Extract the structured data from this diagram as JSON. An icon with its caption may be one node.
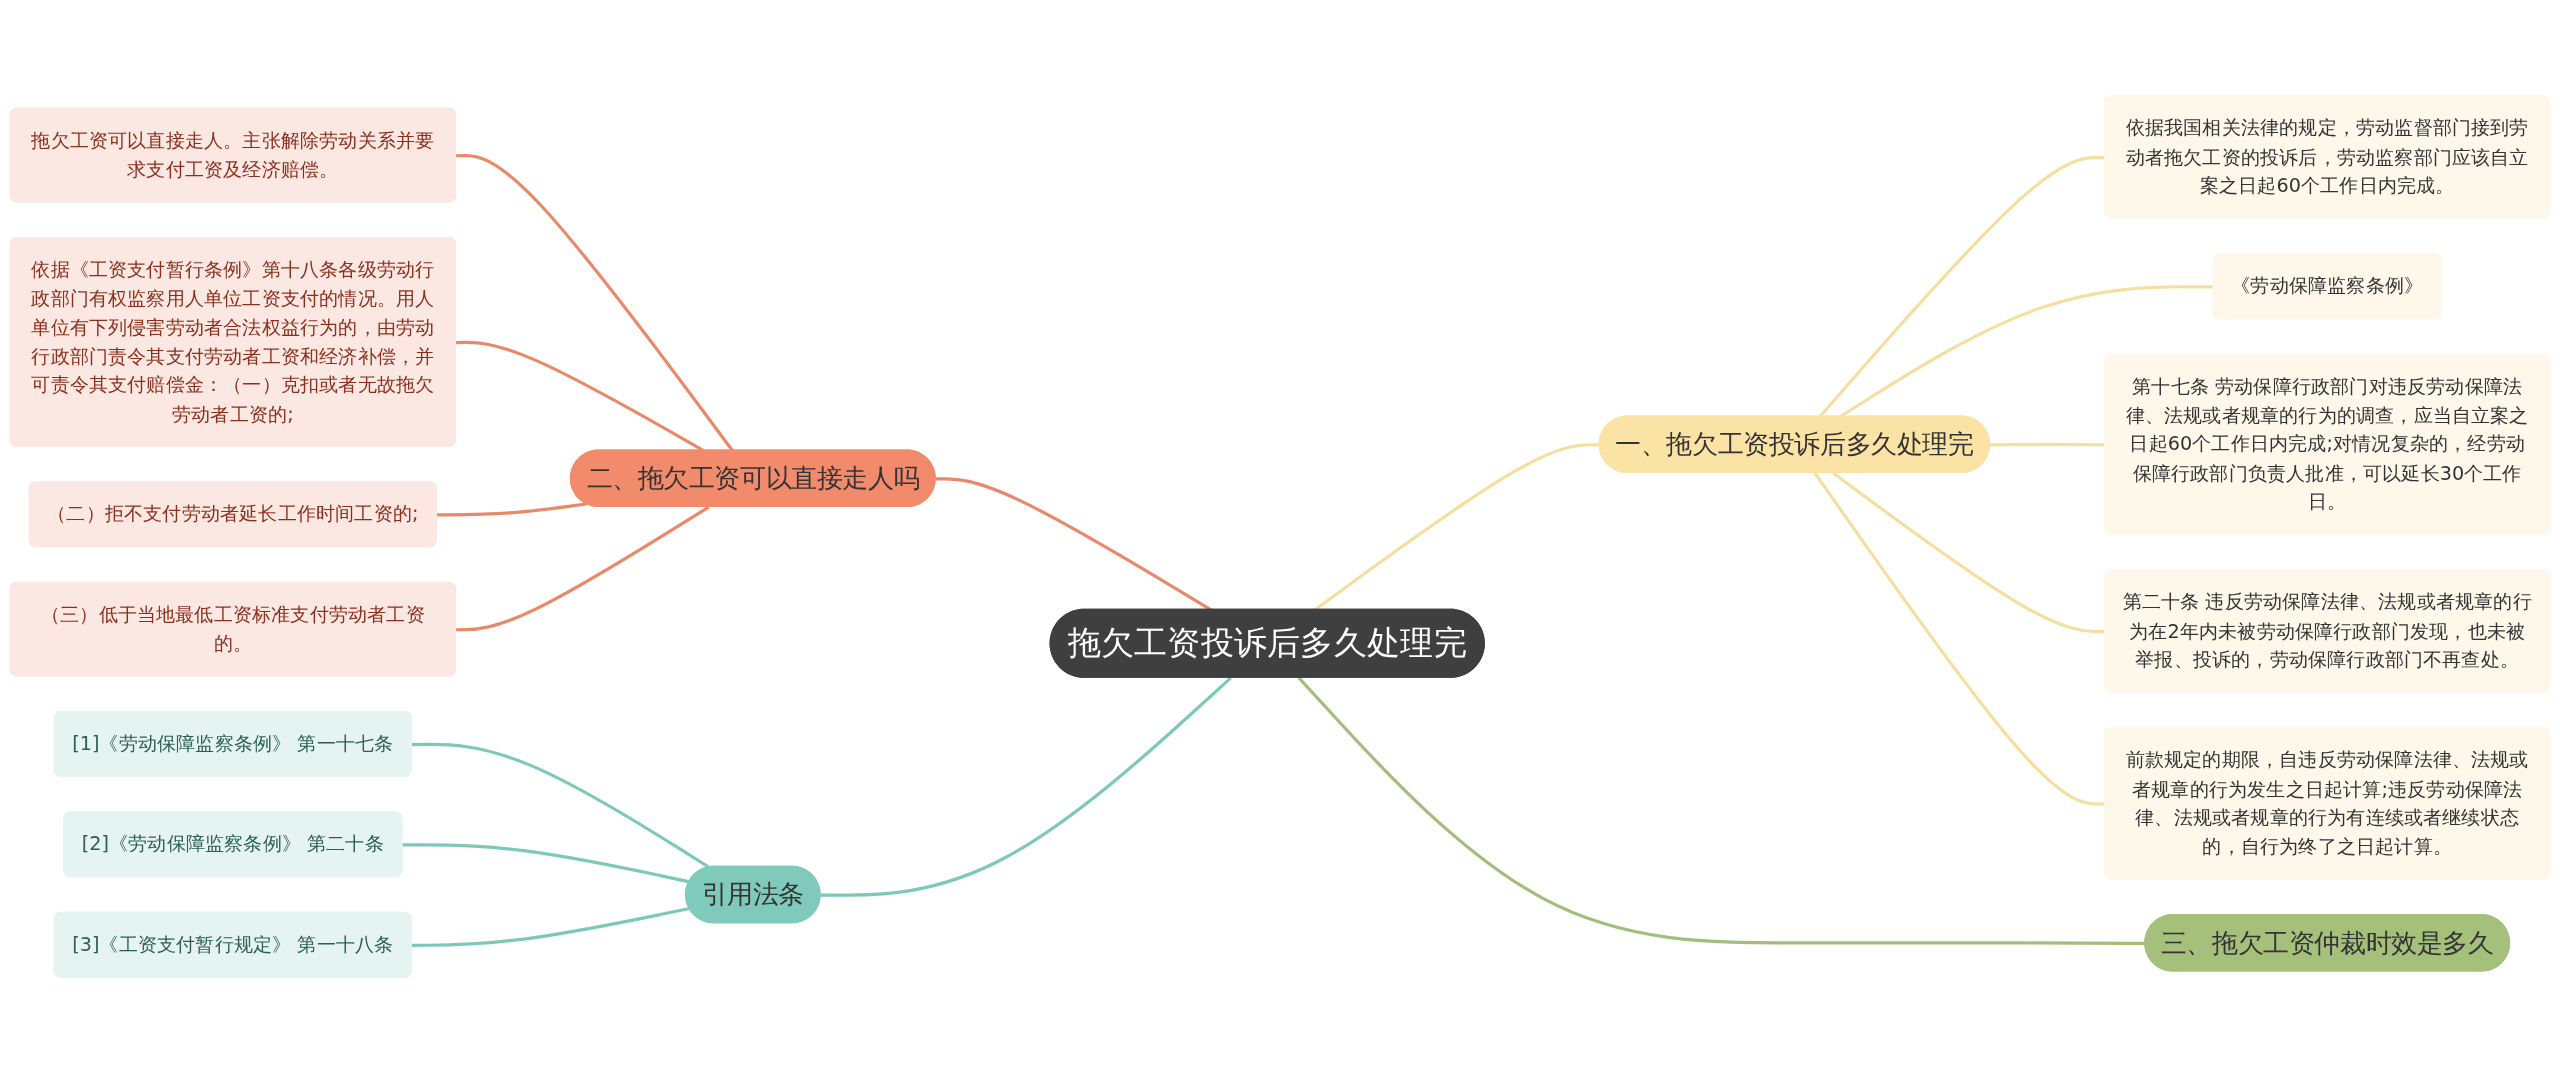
{
  "diagram": {
    "nodes": [
      {
        "text": [
          "拖欠工资投诉后多久处理完"
        ]
      },
      {
        "text": [
          "一、拖欠工资投诉后多久处理完"
        ]
      },
      {
        "text": [
          "依据我国相关法律的规定，劳动监督部门接到劳动者拖欠工资的投诉后，劳动监察部门应该自立案之日起60个工作日内完成。"
        ]
      },
      {
        "text": [
          "《劳动保障监察条例》"
        ]
      },
      {
        "text": [
          "第十七条 劳动保障行政部门对违反劳动保障法律、法规或者规章的行为的调查，应当自立案之日起60个工作日内完成;对情况复杂的，经劳动保障行政部门负责人批准，可以延长30个工作日。"
        ]
      },
      {
        "text": [
          "第二十条 违反劳动保障法律、法规或者规章的行为在2年内未被劳动保障行政部门发现，也未被举报、投诉的，劳动保障行政部门不再查处。"
        ]
      },
      {
        "text": [
          "前款规定的期限，自违反劳动保障法律、法规或者规章的行为发生之日起计算;违反劳动保障法律、法规或者规章的行为有连续或者继续状态的，自行为终了之日起计算。"
        ]
      },
      {
        "text": [
          "二、拖欠工资可以直接走人吗"
        ]
      },
      {
        "text": [
          "拖欠工资可以直接走人。主张解除劳动关系并要求支付工资及经济赔偿。"
        ]
      },
      {
        "text": [
          "依据《工资支付暂行条例》第十八条各级劳动行政部门有权监察用人单位工资支付的情况。用人单位有下列侵害劳动者合法权益行为的，由劳动行政部门责令其支付劳动者工资和经济补偿，并可责令其支付赔偿金：（一）克扣或者无故拖欠劳动者工资的;"
        ]
      },
      {
        "text": [
          "（二）拒不支付劳动者延长工作时间工资的;"
        ]
      },
      {
        "text": [
          "（三）低于当地最低工资标准支付劳动者工资的。"
        ]
      },
      {
        "text": [
          "三、拖欠工资仲裁时效是多久"
        ]
      },
      {
        "text": [
          "引用法条"
        ]
      },
      {
        "text": [
          "[1]《劳动保障监察条例》 第一十七条"
        ]
      },
      {
        "text": [
          "[2]《劳动保障监察条例》 第二十条"
        ]
      },
      {
        "text": [
          "[3]《工资支付暂行规定》 第一十八条"
        ]
      }
    ],
    "edges": [
      {
        "from": 0,
        "to": 1,
        "arrow": "none",
        "color": "#f5dfa0"
      },
      {
        "from": 1,
        "to": 2,
        "arrow": "none",
        "color": "#f5dfa0"
      },
      {
        "from": 1,
        "to": 3,
        "arrow": "none",
        "color": "#f5dfa0"
      },
      {
        "from": 1,
        "to": 4,
        "arrow": "none",
        "color": "#f5dfa0"
      },
      {
        "from": 1,
        "to": 5,
        "arrow": "none",
        "color": "#f5dfa0"
      },
      {
        "from": 1,
        "to": 6,
        "arrow": "none",
        "color": "#f5dfa0"
      },
      {
        "from": 7,
        "to": 0,
        "arrow": "none",
        "color": "#e8896a"
      },
      {
        "from": 8,
        "to": 7,
        "arrow": "none",
        "color": "#e8896a"
      },
      {
        "from": 9,
        "to": 7,
        "arrow": "none",
        "color": "#e8896a"
      },
      {
        "from": 10,
        "to": 7,
        "arrow": "none",
        "color": "#e8896a"
      },
      {
        "from": 11,
        "to": 7,
        "arrow": "none",
        "color": "#e8896a"
      },
      {
        "from": 0,
        "to": 12,
        "arrow": "none",
        "color": "#a3be7a"
      },
      {
        "from": 13,
        "to": 0,
        "arrow": "none",
        "color": "#7ec8b8"
      },
      {
        "from": 14,
        "to": 13,
        "arrow": "none",
        "color": "#7ec8b8"
      },
      {
        "from": 15,
        "to": 13,
        "arrow": "none",
        "color": "#7ec8b8"
      },
      {
        "from": 16,
        "to": 13,
        "arrow": "none",
        "color": "#7ec8b8"
      }
    ]
  }
}
